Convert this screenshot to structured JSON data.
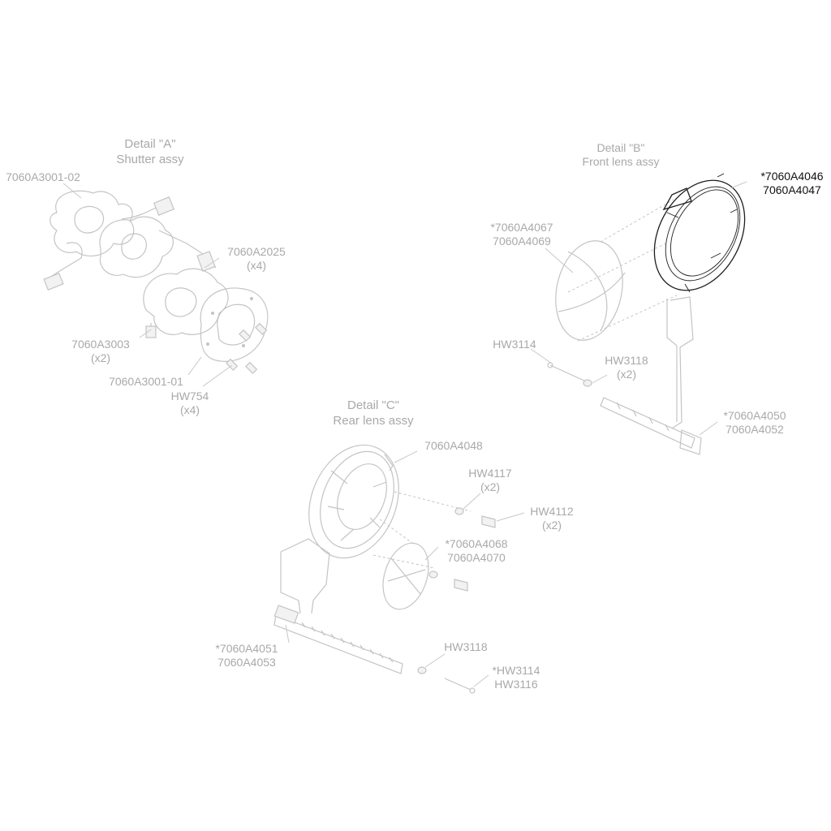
{
  "details": {
    "a": {
      "title": "Detail \"A\"",
      "subtitle": "Shutter assy"
    },
    "b": {
      "title": "Detail \"B\"",
      "subtitle": "Front lens assy"
    },
    "c": {
      "title": "Detail \"C\"",
      "subtitle": "Rear lens assy"
    }
  },
  "callouts": [
    {
      "id": "a1",
      "lines": [
        "7060A3001-02"
      ],
      "highlighted": false
    },
    {
      "id": "a2",
      "lines": [
        "7060A2025",
        "(x4)"
      ],
      "highlighted": false
    },
    {
      "id": "a3",
      "lines": [
        "7060A3003",
        "(x2)"
      ],
      "highlighted": false
    },
    {
      "id": "a4",
      "lines": [
        "7060A3001-01"
      ],
      "highlighted": false
    },
    {
      "id": "a5",
      "lines": [
        "HW754",
        "(x4)"
      ],
      "highlighted": false
    },
    {
      "id": "b1",
      "lines": [
        "*7060A4046",
        "7060A4047"
      ],
      "highlighted": true
    },
    {
      "id": "b2",
      "lines": [
        "*7060A4067",
        "7060A4069"
      ],
      "highlighted": false
    },
    {
      "id": "b3",
      "lines": [
        "HW3114"
      ],
      "highlighted": false
    },
    {
      "id": "b4",
      "lines": [
        "HW3118",
        "(x2)"
      ],
      "highlighted": false
    },
    {
      "id": "b5",
      "lines": [
        "*7060A4050",
        "7060A4052"
      ],
      "highlighted": false
    },
    {
      "id": "c1",
      "lines": [
        "7060A4048"
      ],
      "highlighted": false
    },
    {
      "id": "c2",
      "lines": [
        "HW4117",
        "(x2)"
      ],
      "highlighted": false
    },
    {
      "id": "c3",
      "lines": [
        "HW4112",
        "(x2)"
      ],
      "highlighted": false
    },
    {
      "id": "c4",
      "lines": [
        "*7060A4068",
        "7060A4070"
      ],
      "highlighted": false
    },
    {
      "id": "c5",
      "lines": [
        "*7060A4051",
        "7060A4053"
      ],
      "highlighted": false
    },
    {
      "id": "c6",
      "lines": [
        "HW3118"
      ],
      "highlighted": false
    },
    {
      "id": "c7",
      "lines": [
        "*HW3114",
        "HW3116"
      ],
      "highlighted": false
    }
  ],
  "colors": {
    "muted": "#a9a9a9",
    "line": "#c4c4c4",
    "highlight": "#111111",
    "background": "#ffffff"
  }
}
